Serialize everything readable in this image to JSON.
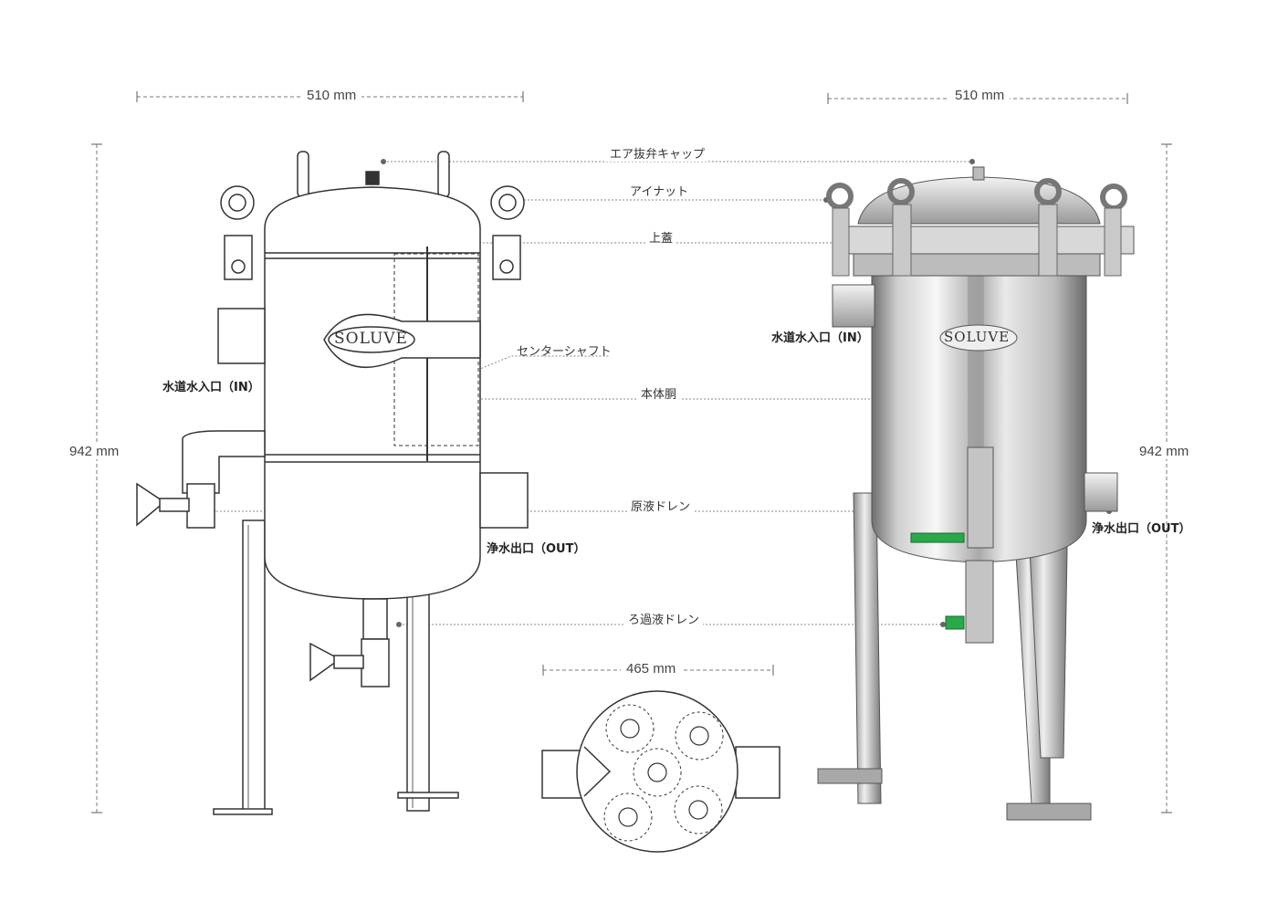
{
  "dimensions": {
    "top_left_width": "510 mm",
    "top_right_width": "510 mm",
    "left_height": "942 mm",
    "right_height": "942 mm",
    "bottom_diameter": "465 mm"
  },
  "parts": {
    "air_vent_cap": "エア抜弁キャップ",
    "eye_nut": "アイナット",
    "top_lid": "上蓋",
    "center_shaft": "センターシャフト",
    "body": "本体胴",
    "raw_drain": "原液ドレン",
    "filtrate_drain": "ろ過液ドレン"
  },
  "ports": {
    "inlet_left": "水道水入口（IN）",
    "outlet_left": "浄水出口（OUT）",
    "inlet_right": "水道水入口（IN）",
    "outlet_right": "浄水出口（OUT）"
  },
  "logo": {
    "left": "SOLUVE",
    "right": "SOLUVE"
  },
  "colors": {
    "line": "#333333",
    "leader": "#888888",
    "steel_light": "#e8e8e8",
    "steel_dark": "#8a8a8a",
    "valve_green": "#2aa84a"
  }
}
